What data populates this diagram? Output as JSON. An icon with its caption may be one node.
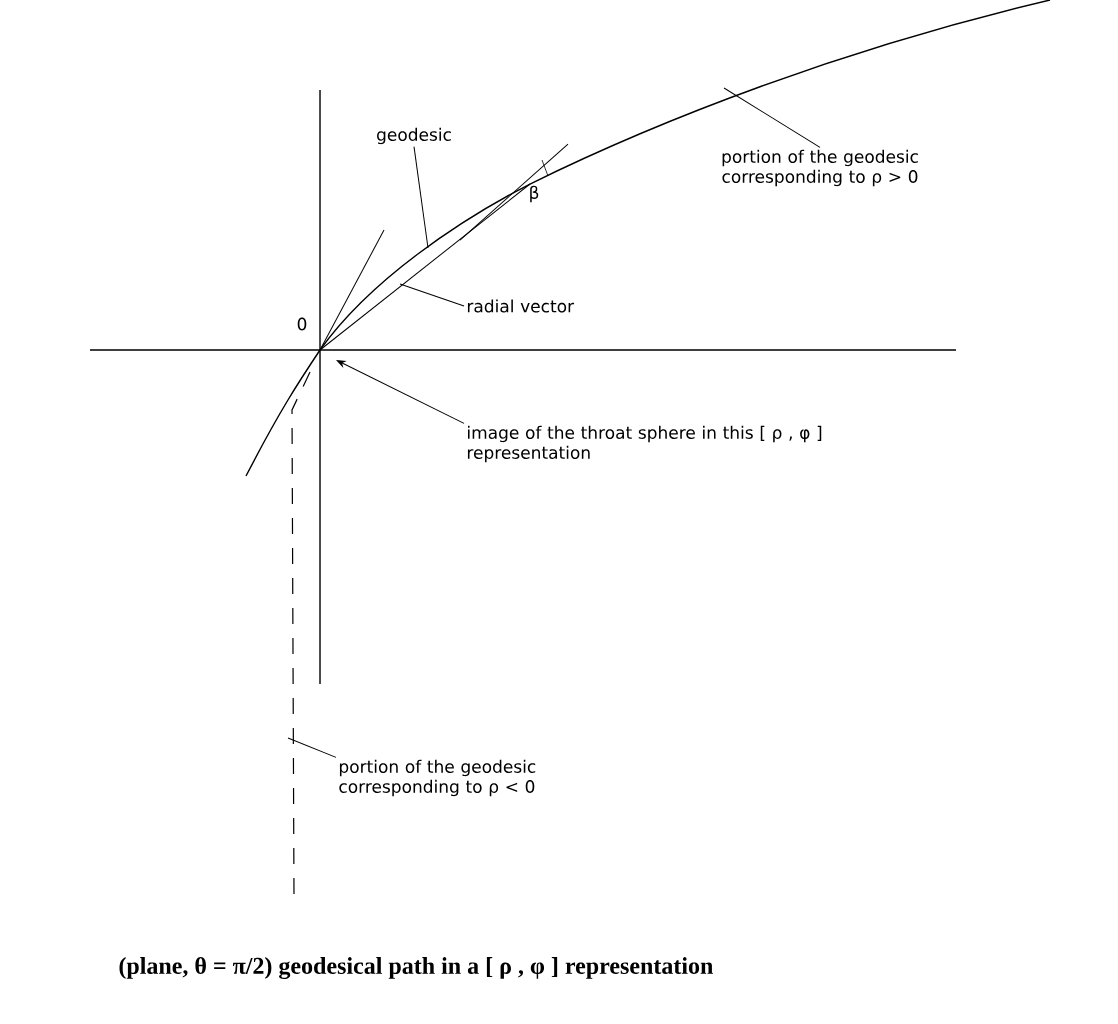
{
  "diagram": {
    "caption": "(plane, θ = π/2) geodesical path in a [ ρ , φ ] representation",
    "nodes": [
      {
        "text": [
          "geodesic"
        ]
      },
      {
        "text": [
          "portion of the geodesic corresponding to ρ > 0"
        ]
      },
      {
        "text": [
          "radial vector"
        ]
      },
      {
        "text": [
          "image of the throat sphere in this [ ρ , φ ] representation"
        ]
      },
      {
        "text": [
          "portion of the geodesic corresponding to ρ < 0"
        ]
      }
    ],
    "edges": [
      {
        "from": 0,
        "to": null,
        "arrow": "none"
      },
      {
        "from": 1,
        "to": null,
        "arrow": "none"
      },
      {
        "from": 2,
        "to": null,
        "arrow": "none"
      },
      {
        "from": 3,
        "to": null,
        "arrow": "to"
      },
      {
        "from": 4,
        "to": null,
        "arrow": "none"
      }
    ],
    "labels": [
      "0",
      "β"
    ]
  }
}
